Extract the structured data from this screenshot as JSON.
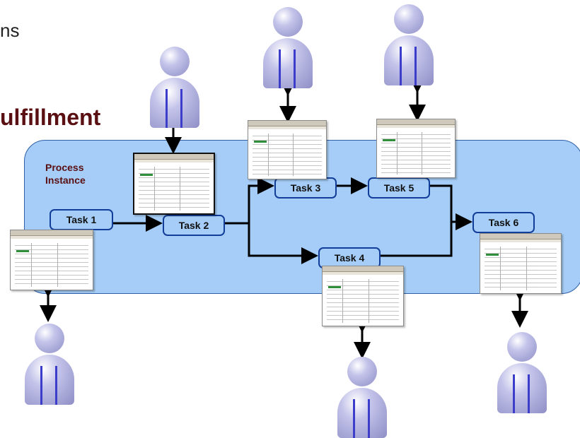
{
  "slide": {
    "heading_fragment": "ns",
    "title_fragment": "ulfillment"
  },
  "process": {
    "label": "Process Instance"
  },
  "tasks": [
    {
      "label": "Task 1"
    },
    {
      "label": "Task 2"
    },
    {
      "label": "Task 3"
    },
    {
      "label": "Task 4"
    },
    {
      "label": "Task 5"
    },
    {
      "label": "Task 6"
    }
  ],
  "colors": {
    "process_fill": "#a5cdf7",
    "process_border": "#2e5fa8",
    "task_border": "#123e9a",
    "title": "#5a0f12",
    "person": "#b8b8e6"
  }
}
